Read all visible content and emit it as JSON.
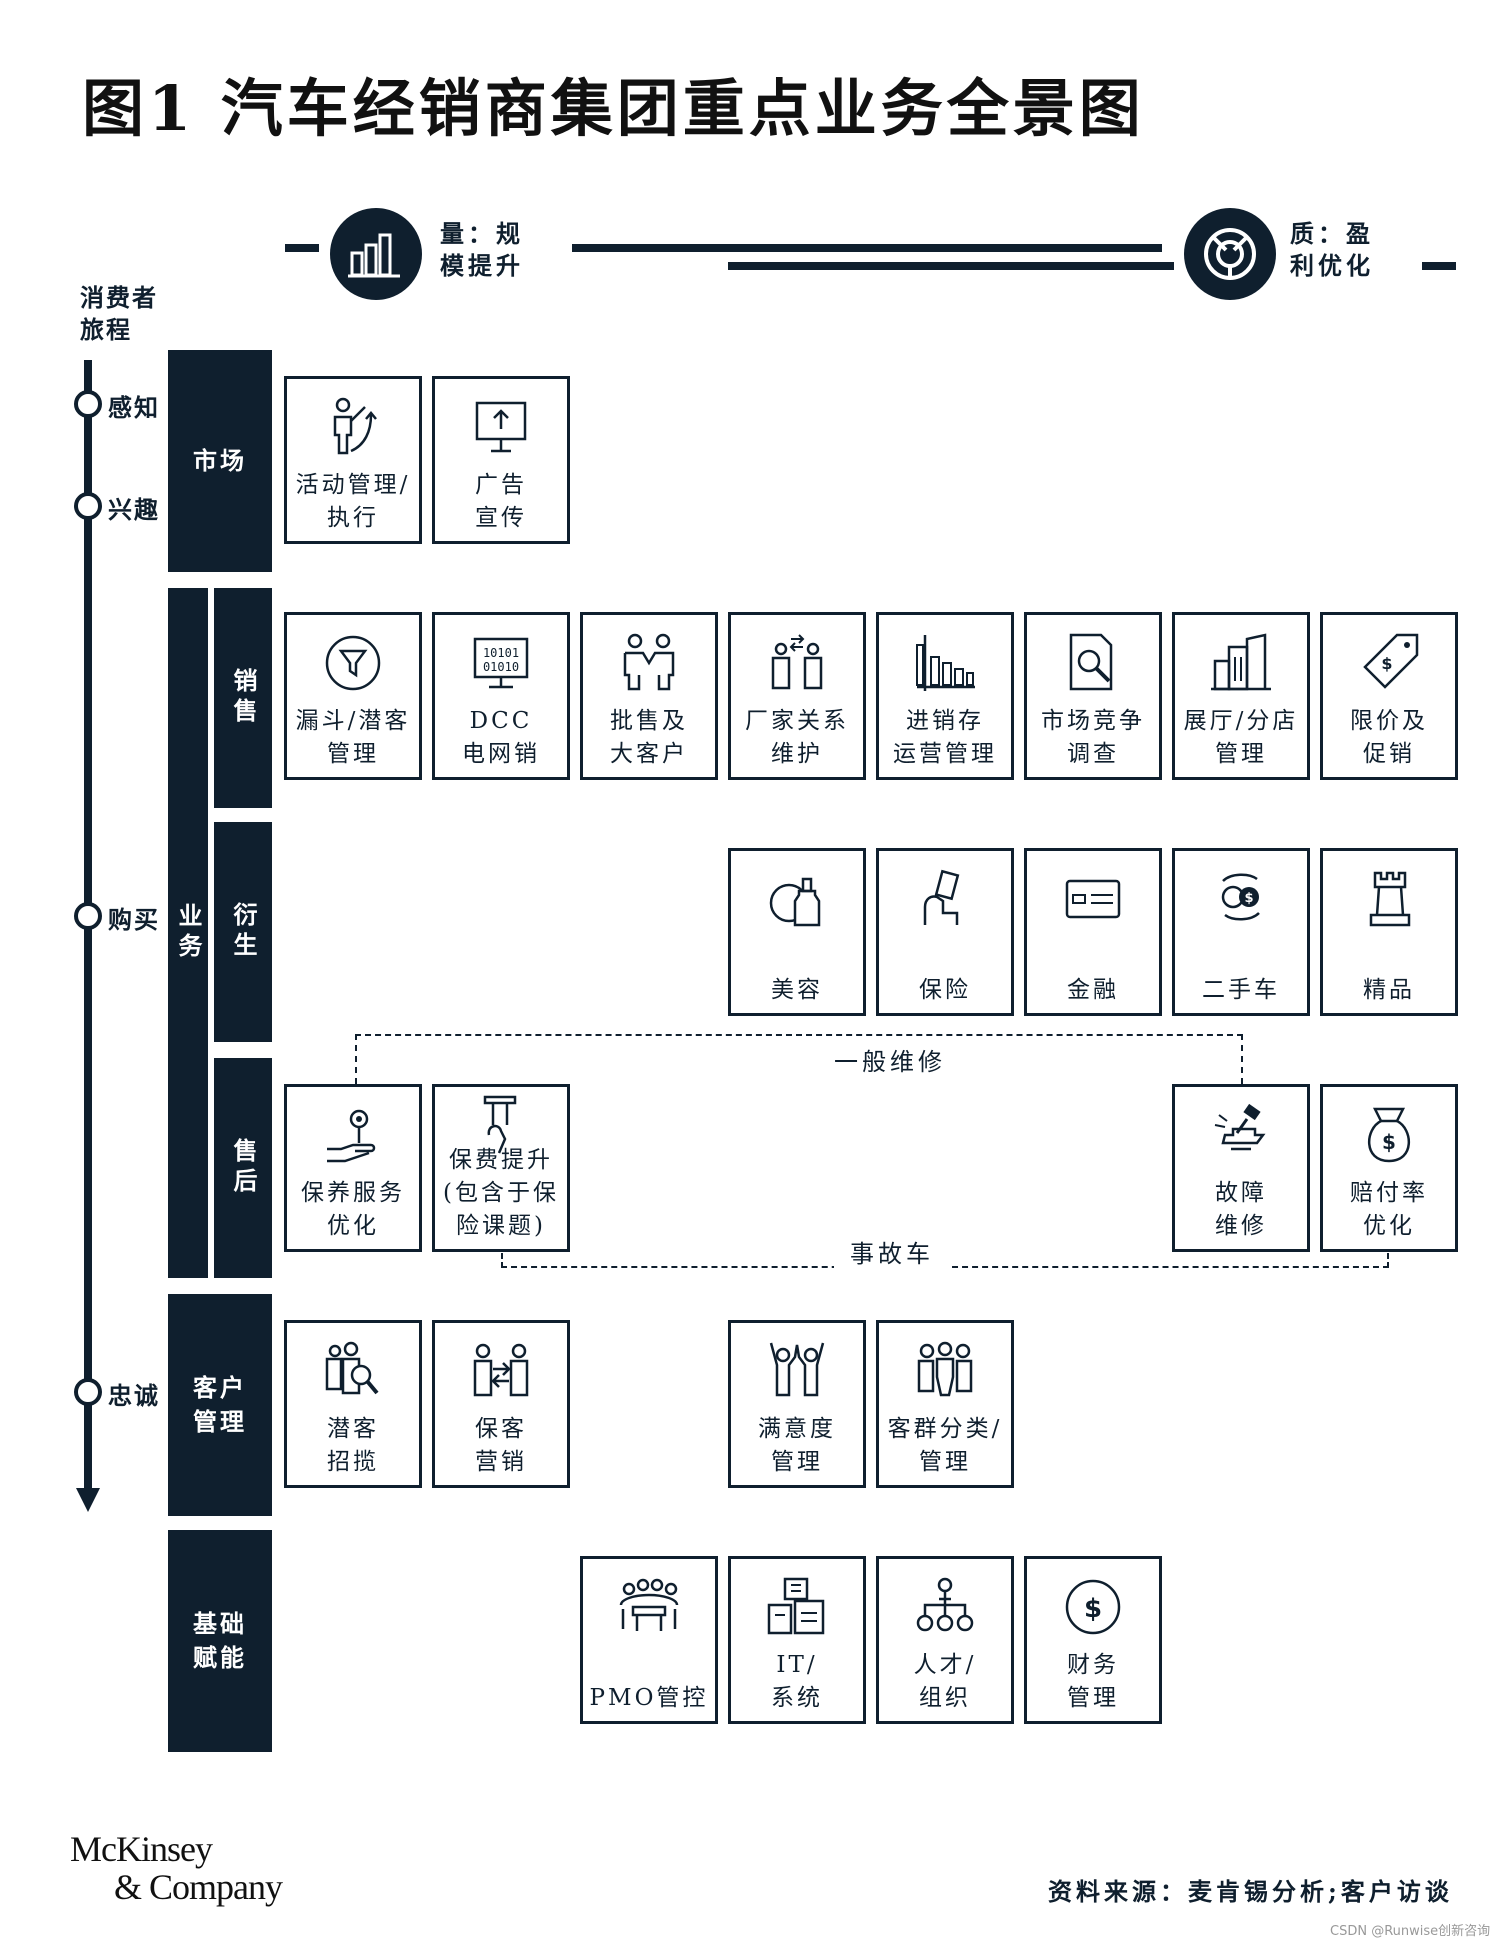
{
  "title": "图1 汽车经销商集团重点业务全景图",
  "axis": {
    "left_label": "量：规\n模提升",
    "right_label": "质：盈\n利优化",
    "left_icon": "bar-chart-icon",
    "right_icon": "target-icon"
  },
  "journey": {
    "title": "消费者\n旅程",
    "stages": [
      "感知",
      "兴趣",
      "购买",
      "忠诚"
    ]
  },
  "blocks": {
    "market": "市场",
    "business": "业务",
    "sales": "销售",
    "derivative": "衍生",
    "aftersales": "售后",
    "customer": "客户\n管理",
    "foundation": "基础\n赋能"
  },
  "cards": {
    "market": [
      {
        "label": "活动管理/\n执行",
        "icon": "presenter-icon"
      },
      {
        "label": "广告\n宣传",
        "icon": "screen-upload-icon"
      }
    ],
    "sales": [
      {
        "label": "漏斗/潜客\n管理",
        "icon": "funnel-icon"
      },
      {
        "label": "DCC\n电网销",
        "icon": "binary-monitor-icon"
      },
      {
        "label": "批售及\n大客户",
        "icon": "handshake-icon"
      },
      {
        "label": "厂家关系\n维护",
        "icon": "exchange-people-icon"
      },
      {
        "label": "进销存\n运营管理",
        "icon": "inventory-chart-icon"
      },
      {
        "label": "市场竞争\n调查",
        "icon": "document-search-icon"
      },
      {
        "label": "展厅/分店\n管理",
        "icon": "buildings-icon"
      },
      {
        "label": "限价及\n促销",
        "icon": "price-tag-icon"
      }
    ],
    "derivative": [
      {
        "label": "美容",
        "icon": "beauty-bottle-icon"
      },
      {
        "label": "保险",
        "icon": "insurance-hand-icon"
      },
      {
        "label": "金融",
        "icon": "credit-card-icon"
      },
      {
        "label": "二手车",
        "icon": "coin-cycle-icon"
      },
      {
        "label": "精品",
        "icon": "chess-rook-icon"
      }
    ],
    "aftersales": [
      {
        "label": "保养服务\n优化",
        "icon": "hand-flower-icon"
      },
      {
        "label": "保费提升\n(包含于保\n险课题)",
        "icon": "hand-card-icon"
      },
      {
        "label": "故障\n维修",
        "icon": "repair-hammer-icon"
      },
      {
        "label": "赔付率\n优化",
        "icon": "money-bag-icon"
      }
    ],
    "customer": [
      {
        "label": "潜客\n招揽",
        "icon": "people-search-icon"
      },
      {
        "label": "保客\n营销",
        "icon": "people-exchange-icon"
      },
      {
        "label": "满意度\n管理",
        "icon": "people-cheer-icon"
      },
      {
        "label": "客群分类/\n管理",
        "icon": "people-group-icon"
      }
    ],
    "foundation": [
      {
        "label": "PMO管控",
        "icon": "meeting-table-icon"
      },
      {
        "label": "IT/\n系统",
        "icon": "it-building-icon"
      },
      {
        "label": "人才/\n组织",
        "icon": "org-chart-icon"
      },
      {
        "label": "财务\n管理",
        "icon": "dollar-circle-icon"
      }
    ]
  },
  "connectors": {
    "general_repair": "一般维修",
    "accident_car": "事故车"
  },
  "footer": {
    "logo_line1": "McKinsey",
    "logo_line2": "& Company",
    "source": "资料来源：麦肯锡分析;客户访谈",
    "watermark": "CSDN @Runwise创新咨询"
  },
  "colors": {
    "navy": "#0f1f2e",
    "background": "#ffffff"
  }
}
